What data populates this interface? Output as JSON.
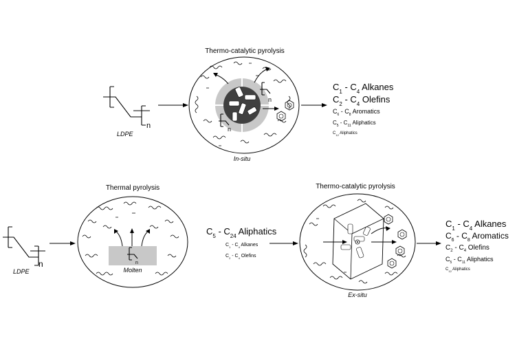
{
  "in_situ": {
    "reactant_label": "LDPE",
    "repeat_subscript": "n",
    "title": "Thermo-catalytic pyrolysis",
    "mode_label": "In-situ",
    "catalyst_n1": "n",
    "catalyst_n2": "n",
    "products": [
      {
        "pre": "C",
        "s1": "1",
        "mid": " - C",
        "s2": "4",
        "post": " Alkanes"
      },
      {
        "pre": "C",
        "s1": "2",
        "mid": " - C",
        "s2": "4",
        "post": " Olefins"
      },
      {
        "pre": "C",
        "s1": "6",
        "mid": " - C",
        "s2": "8",
        "post": " Aromatics"
      },
      {
        "pre": "C",
        "s1": "5",
        "mid": " - C",
        "s2": "11",
        "post": " Aliphatics"
      },
      {
        "pre": "C",
        "s1": "12",
        "mid": "",
        "s2": "",
        "post": " Aliphatics"
      }
    ]
  },
  "ex_situ": {
    "reactant_label": "LDPE",
    "repeat_subscript": "n",
    "thermal_title": "Thermal pyrolysis",
    "molten_label": "Molten",
    "molten_n": "n",
    "intermediate_main": {
      "pre": "C",
      "s1": "5",
      "mid": " - C",
      "s2": "24",
      "post": " Aliphatics"
    },
    "intermediate_minor": [
      {
        "pre": "C",
        "s1": "1",
        "mid": " - C",
        "s2": "4",
        "post": " Alkanes"
      },
      {
        "pre": "C",
        "s1": "2",
        "mid": " - C",
        "s2": "4",
        "post": " Olefins"
      }
    ],
    "catalytic_title": "Thermo-catalytic pyrolysis",
    "mode_label": "Ex-situ",
    "products": [
      {
        "pre": "C",
        "s1": "1",
        "mid": " - C",
        "s2": "4",
        "post": " Alkanes"
      },
      {
        "pre": "C",
        "s1": "6",
        "mid": " - C",
        "s2": "8",
        "post": " Aromatics"
      },
      {
        "pre": "C",
        "s1": "2",
        "mid": " - C",
        "s2": "4",
        "post": " Olefins"
      },
      {
        "pre": "C",
        "s1": "5",
        "mid": " - C",
        "s2": "11",
        "post": " Aliphatics"
      },
      {
        "pre": "C",
        "s1": "12",
        "mid": "",
        "s2": "",
        "post": " Aliphatics"
      }
    ]
  },
  "colors": {
    "catalyst_ring": "#c8c8c8",
    "catalyst_core": "#404040",
    "molten_pool": "#c8c8c8"
  },
  "icons": [
    "benzene-ring-icon",
    "zeolite-catalyst-icon",
    "polymer-chain-icon"
  ]
}
